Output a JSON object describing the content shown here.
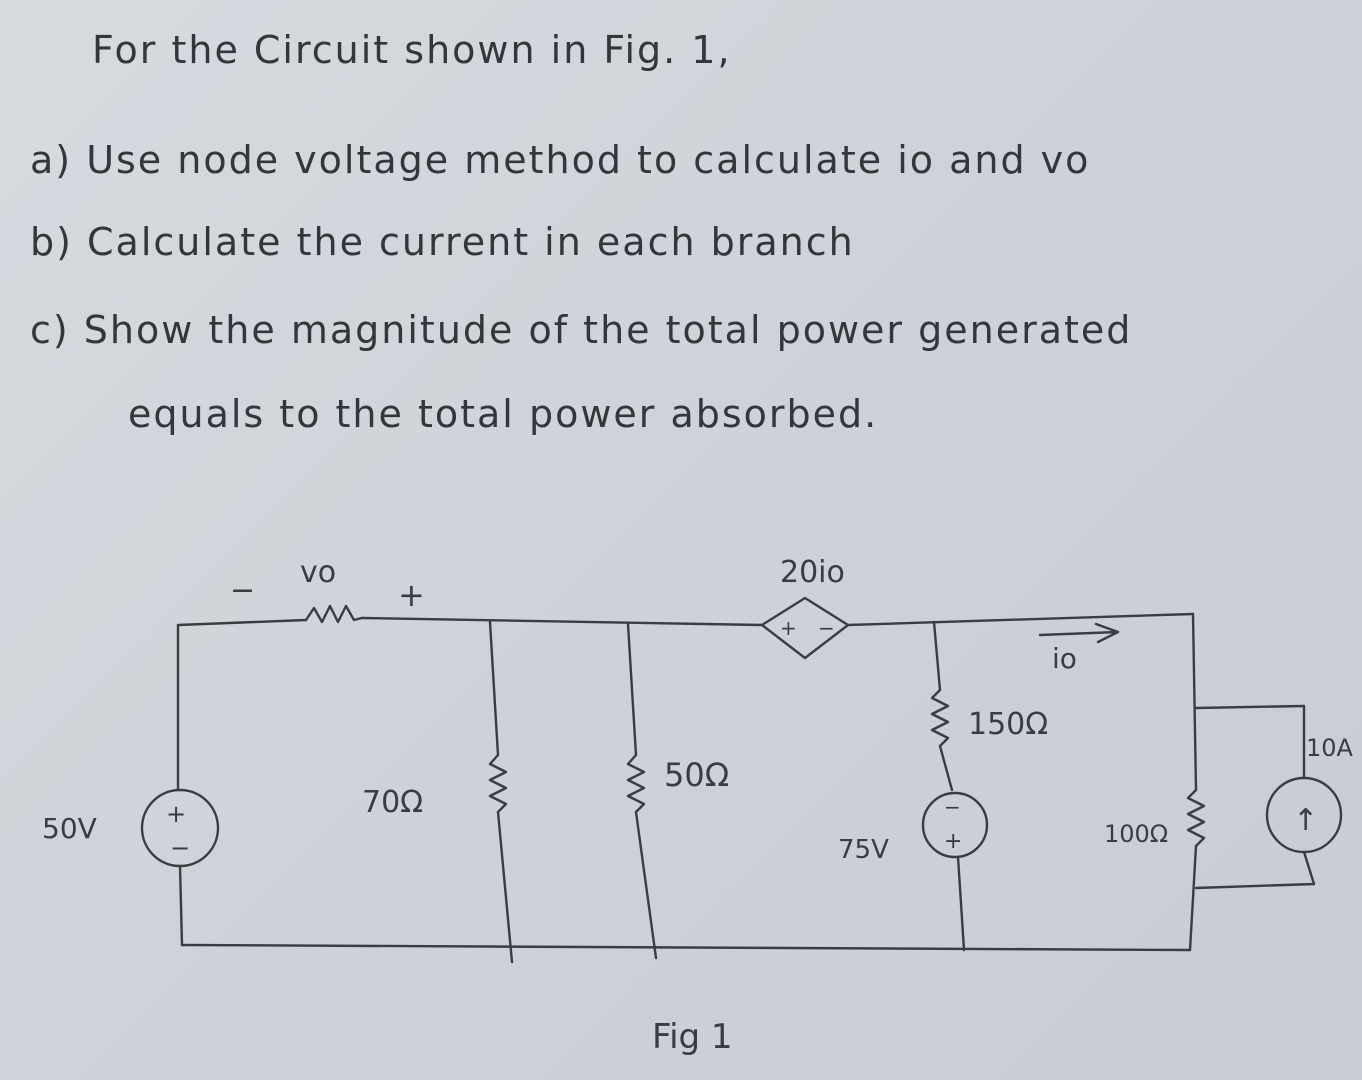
{
  "problem": {
    "intro": "For the Circuit shown in Fig. 1,",
    "part_a": "a) Use node voltage method to calculate io and vo",
    "part_b": "b) Calculate the current in each branch",
    "part_c_line1": "c) Show the magnitude of the total power generated",
    "part_c_line2": "equals to the total power absorbed."
  },
  "circuit": {
    "source_50v": "50V",
    "plus": "+",
    "minus": "−",
    "vo_label": "vo",
    "vo_minus": "−",
    "vo_plus": "+",
    "r70": "70Ω",
    "r50": "50Ω",
    "dep_source": "20io",
    "dep_plus": "+",
    "dep_minus": "−",
    "io_label": "io",
    "r150": "150Ω",
    "source_75v": "75V",
    "r100": "100Ω",
    "current_source": "10A",
    "current_arrow": "↑",
    "fig_caption": "Fig 1"
  }
}
